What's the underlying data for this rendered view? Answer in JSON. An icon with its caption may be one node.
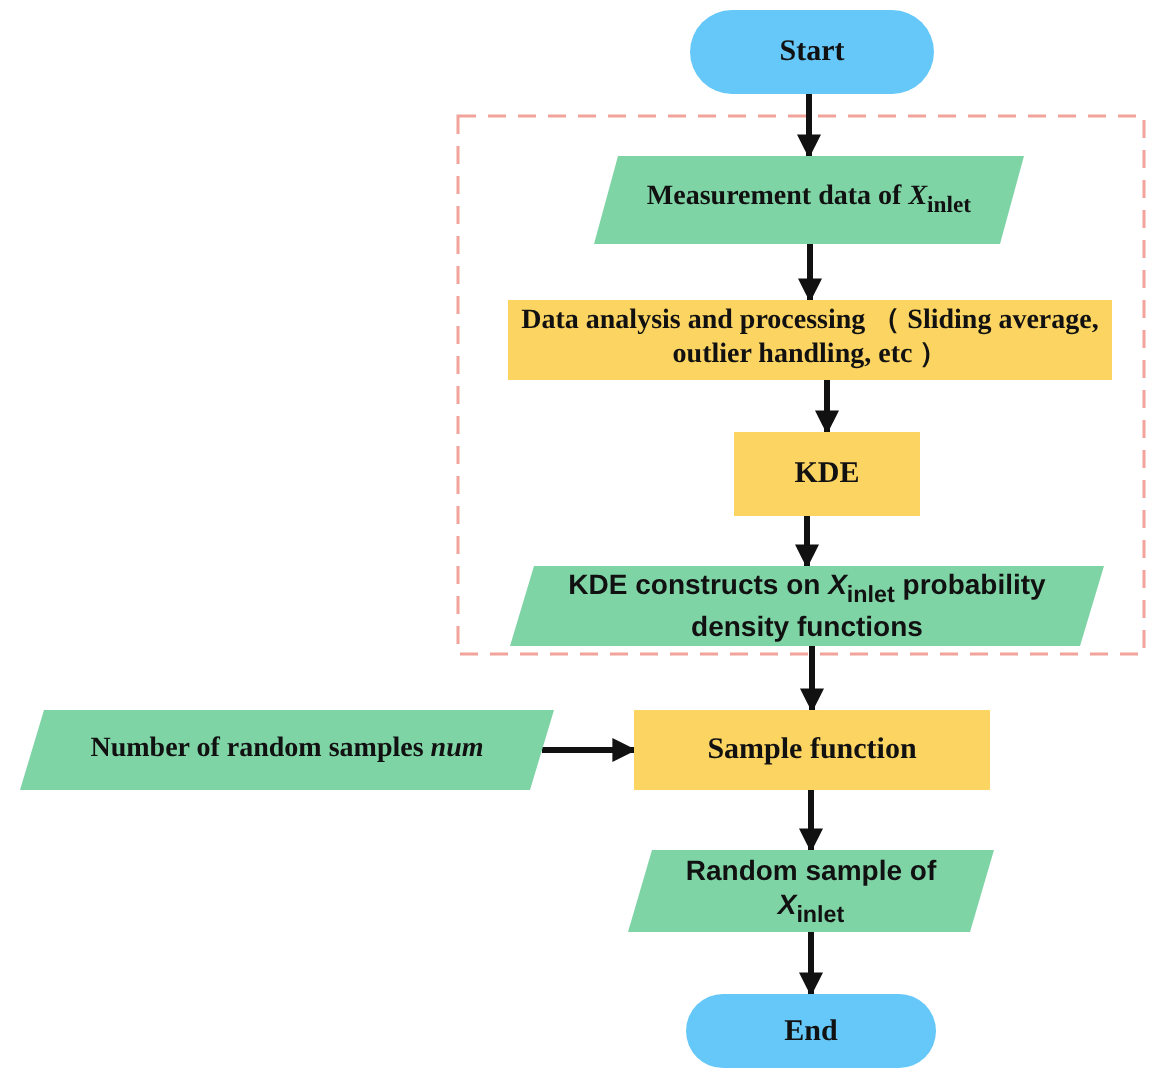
{
  "diagram": {
    "nodes": [
      {
        "text": [
          "Start"
        ]
      },
      {
        "text": [],
        "shape": "box"
      },
      {
        "text": [
          "Measurement data of *X*$_{inlet}$"
        ],
        "in": 1
      },
      {
        "text": [
          "Data analysis and processing （ Sliding average, outlier handling, etc ）"
        ],
        "in": 1
      },
      {
        "text": [
          "KDE"
        ],
        "in": 1
      },
      {
        "text": [
          "KDE constructs on *X*$_{inlet}$ probability density functions"
        ],
        "in": 1
      },
      {
        "text": [
          "Number of random samples *num*"
        ]
      },
      {
        "text": [
          "Sample function"
        ]
      },
      {
        "text": [
          "Random sample of *X*$_{inlet}$"
        ]
      },
      {
        "text": [
          "End"
        ]
      }
    ],
    "edges": [
      {
        "from": 0,
        "to": 2,
        "arrow": "to"
      },
      {
        "from": 2,
        "to": 3,
        "arrow": "to"
      },
      {
        "from": 3,
        "to": 4,
        "arrow": "to"
      },
      {
        "from": 4,
        "to": 5,
        "arrow": "to"
      },
      {
        "from": 5,
        "to": 7,
        "arrow": "to"
      },
      {
        "from": 6,
        "to": 7,
        "arrow": "to"
      },
      {
        "from": 7,
        "to": 8,
        "arrow": "to"
      },
      {
        "from": 8,
        "to": 9,
        "arrow": "to"
      }
    ]
  }
}
